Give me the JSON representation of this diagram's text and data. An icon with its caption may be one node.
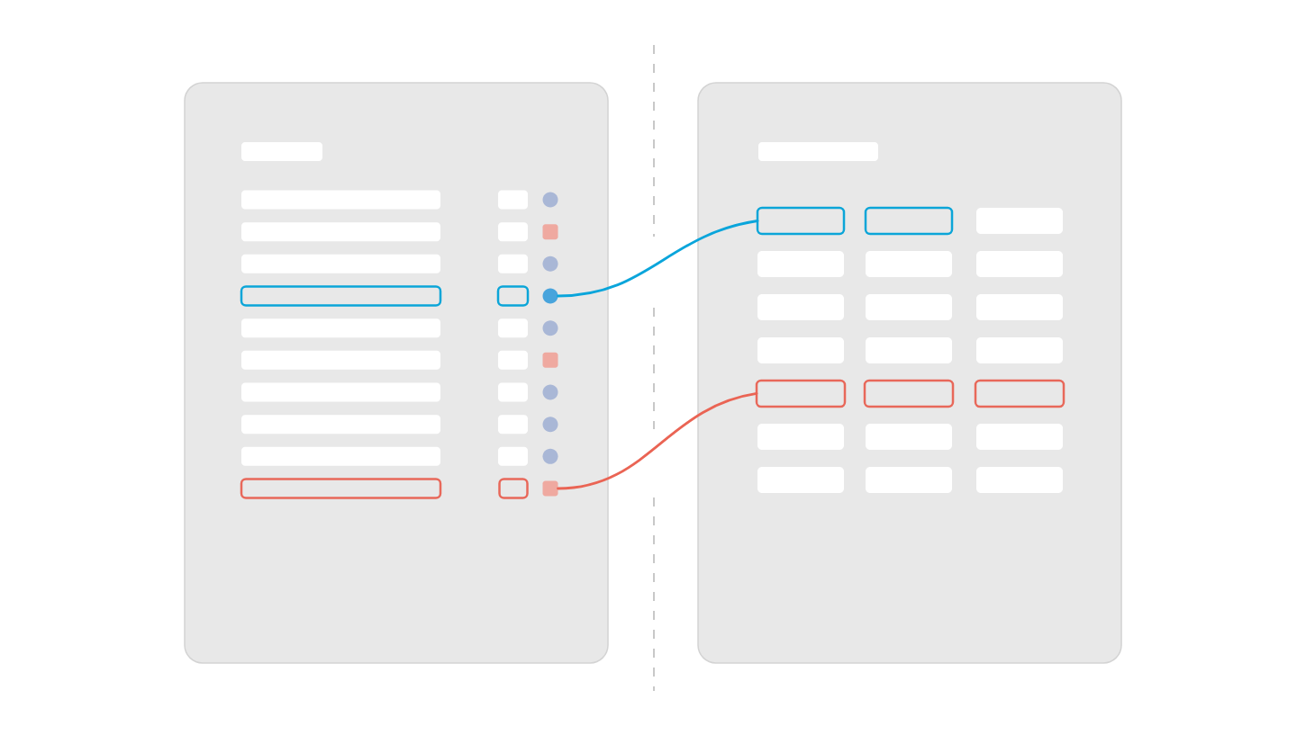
{
  "diagram": {
    "nodes": [
      {
        "text": [],
        "shape": "box"
      },
      {
        "text": [],
        "shape": "box",
        "in": 0
      },
      {
        "text": [],
        "shape": "circle",
        "in": 0
      },
      {
        "text": [],
        "shape": "box",
        "in": 0
      },
      {
        "text": [],
        "shape": "box",
        "in": 0
      },
      {
        "text": [],
        "shape": "box"
      },
      {
        "text": [],
        "shape": "box",
        "in": 5
      },
      {
        "text": [],
        "shape": "box",
        "in": 5
      }
    ],
    "edges": [
      {
        "from": 2,
        "to": 6,
        "arrow": "none",
        "color": "#0aa5db"
      },
      {
        "from": 4,
        "to": 7,
        "arrow": "none",
        "color": "#ea6454"
      }
    ]
  }
}
